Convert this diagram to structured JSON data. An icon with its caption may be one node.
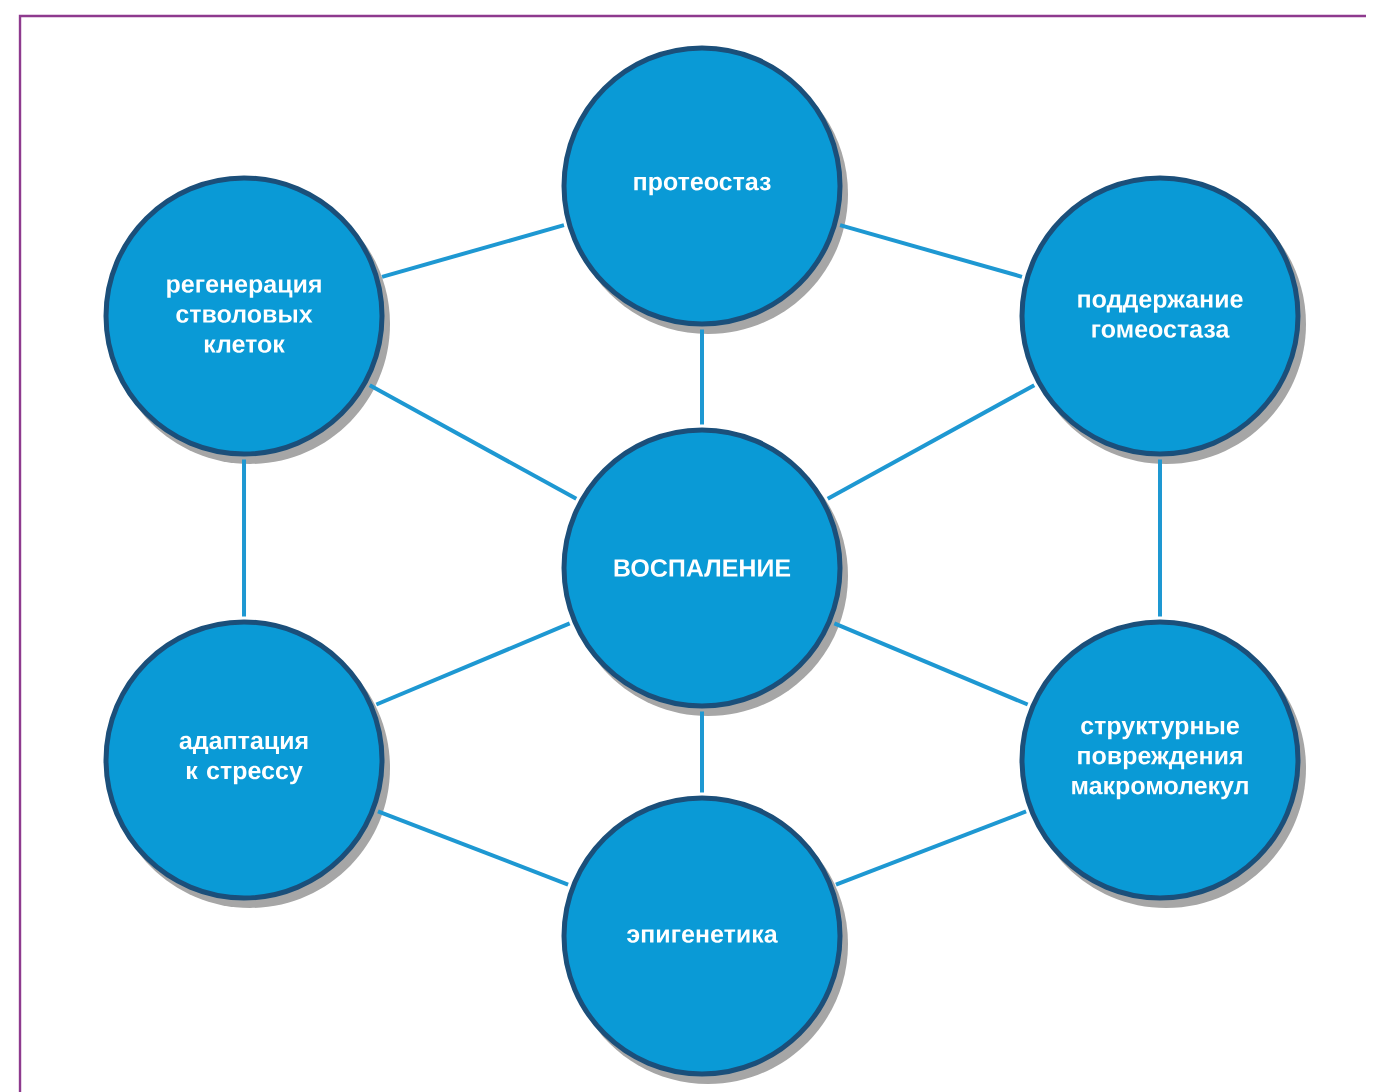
{
  "diagram": {
    "nodes": [
      {
        "text": [
          "протеостаз"
        ]
      },
      {
        "text": [
          "регенерация стволовых клеток"
        ]
      },
      {
        "text": [
          "поддержание гомеостаза"
        ]
      },
      {
        "text": [
          "ВОСПАЛЕНИЕ"
        ]
      },
      {
        "text": [
          "адаптация к стрессу"
        ]
      },
      {
        "text": [
          "структурные повреждения макромолекул"
        ]
      },
      {
        "text": [
          "эпигенетика"
        ]
      }
    ],
    "edges": [
      {
        "from": 0,
        "to": 2,
        "arrow": "none"
      },
      {
        "from": 2,
        "to": 5,
        "arrow": "none"
      },
      {
        "from": 5,
        "to": 6,
        "arrow": "none"
      },
      {
        "from": 6,
        "to": 4,
        "arrow": "none"
      },
      {
        "from": 4,
        "to": 1,
        "arrow": "none"
      },
      {
        "from": 1,
        "to": 0,
        "arrow": "none"
      },
      {
        "from": 3,
        "to": 0,
        "arrow": "none"
      },
      {
        "from": 3,
        "to": 1,
        "arrow": "none"
      },
      {
        "from": 3,
        "to": 2,
        "arrow": "none"
      },
      {
        "from": 3,
        "to": 4,
        "arrow": "none"
      },
      {
        "from": 3,
        "to": 5,
        "arrow": "none"
      },
      {
        "from": 3,
        "to": 6,
        "arrow": "none"
      }
    ]
  }
}
